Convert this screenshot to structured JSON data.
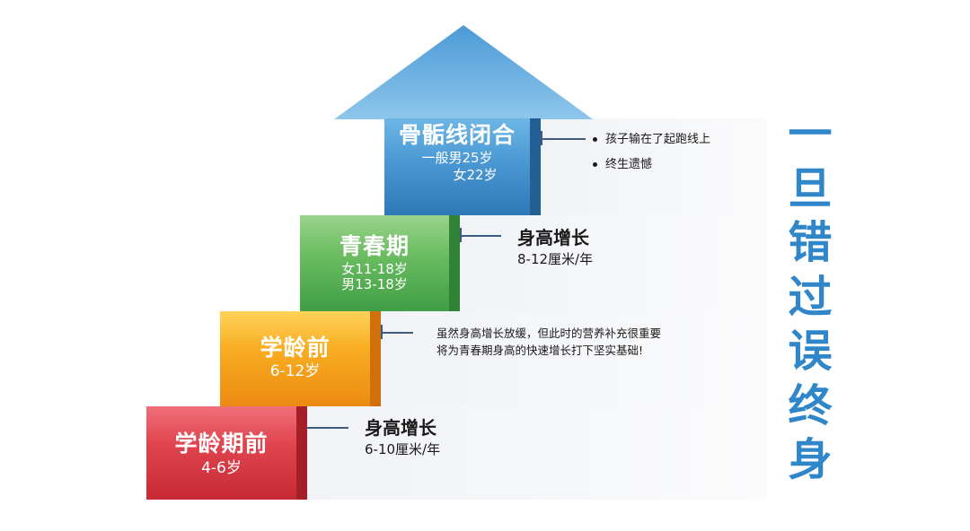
{
  "colors": {
    "step_1": "#e0454f",
    "step_2": "#f8ad22",
    "step_3": "#6dbd62",
    "step_4": "#4a98d3",
    "slogan": "#2f86c8",
    "connector": "#3d5a80"
  },
  "steps": [
    {
      "title": "学龄期前",
      "sub_lines": [
        "4-6岁"
      ]
    },
    {
      "title": "学龄前",
      "sub_lines": [
        "6-12岁"
      ]
    },
    {
      "title": "青春期",
      "sub_lines": [
        "女11-18岁",
        "男13-18岁"
      ]
    },
    {
      "title": "骨骺线闭合",
      "sub_lines": [
        "一般男25岁",
        "女22岁"
      ]
    }
  ],
  "annotations": {
    "step_1": {
      "heading": "身高增长",
      "detail": "6-10厘米/年"
    },
    "step_2": {
      "lines": [
        "虽然身高增长放缓，但此时的营养补充很重要",
        "将为青春期身高的快速增长打下坚实基础!"
      ]
    },
    "step_3": {
      "heading": "身高增长",
      "detail": "8-12厘米/年"
    },
    "step_4": {
      "bullets": [
        "孩子输在了起跑线上",
        "终生遗憾"
      ]
    }
  },
  "slogan": [
    "一",
    "旦",
    "错",
    "过",
    "误",
    "终",
    "身"
  ]
}
